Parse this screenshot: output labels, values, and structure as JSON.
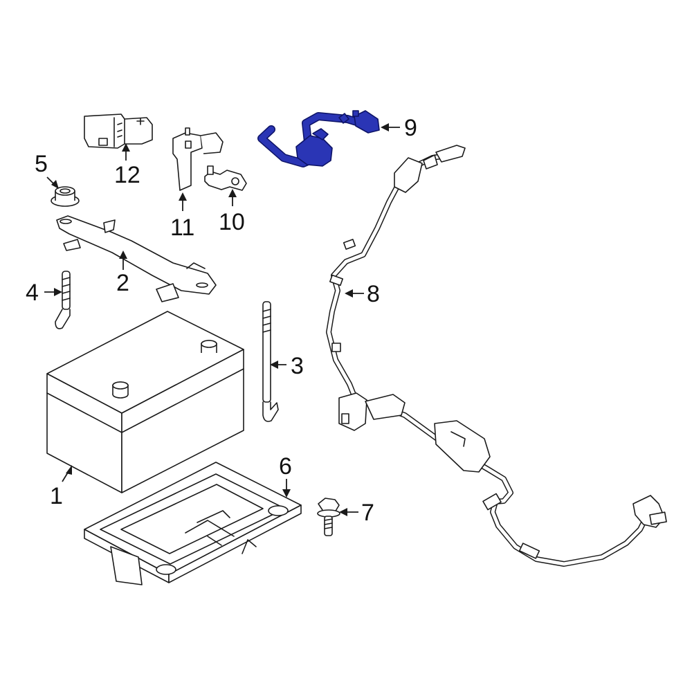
{
  "diagram": {
    "highlight_color": "#2a35b5",
    "callouts": [
      {
        "id": "1",
        "label": "1"
      },
      {
        "id": "2",
        "label": "2"
      },
      {
        "id": "3",
        "label": "3"
      },
      {
        "id": "4",
        "label": "4"
      },
      {
        "id": "5",
        "label": "5"
      },
      {
        "id": "6",
        "label": "6"
      },
      {
        "id": "7",
        "label": "7"
      },
      {
        "id": "8",
        "label": "8"
      },
      {
        "id": "9",
        "label": "9"
      },
      {
        "id": "10",
        "label": "10"
      },
      {
        "id": "11",
        "label": "11"
      },
      {
        "id": "12",
        "label": "12"
      }
    ]
  }
}
